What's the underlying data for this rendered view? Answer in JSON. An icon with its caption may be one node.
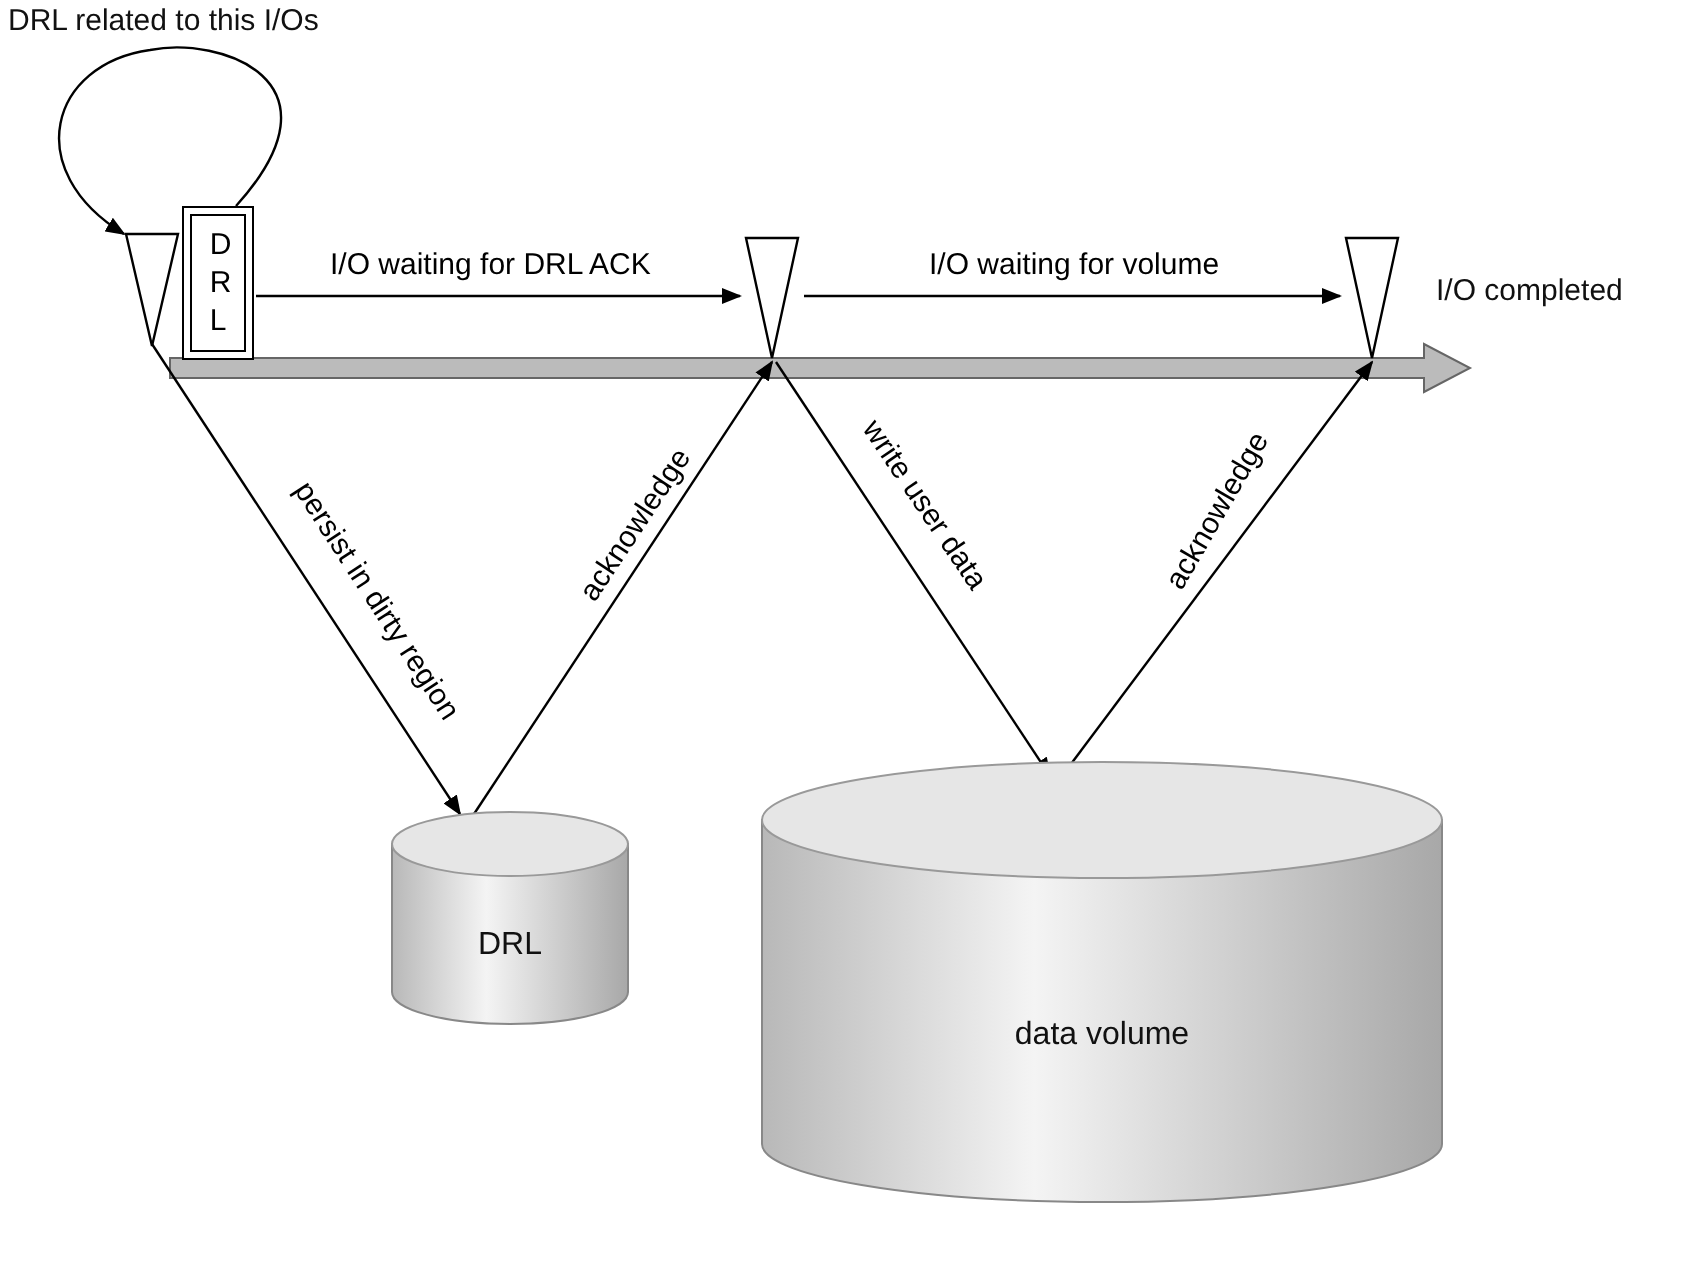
{
  "diagram": {
    "nodes": [
      {
        "text": [],
        "shape": "triangle"
      },
      {
        "text": [
          "DRL"
        ]
      },
      {
        "text": [],
        "shape": "triangle"
      },
      {
        "text": [],
        "shape": "triangle"
      },
      {
        "text": [
          "DRL"
        ]
      },
      {
        "text": [
          "data volume"
        ]
      }
    ],
    "edges": [
      {
        "from": 1,
        "to": 0,
        "arrow": "to"
      },
      {
        "from": 1,
        "to": 2,
        "arrow": "to",
        "label": "I/O waiting for DRL ACK"
      },
      {
        "from": 2,
        "to": 3,
        "arrow": "to",
        "label": "I/O waiting for volume"
      },
      {
        "from": 0,
        "to": 4,
        "arrow": "to",
        "label": "persist in dirty region"
      },
      {
        "from": 4,
        "to": 2,
        "arrow": "to",
        "label": "acknowledge"
      },
      {
        "from": 2,
        "to": 5,
        "arrow": "to",
        "label": "write user data"
      },
      {
        "from": 5,
        "to": 3,
        "arrow": "to",
        "label": "acknowledge"
      }
    ],
    "labels": [
      "DRL related to this I/Os",
      "I/O completed"
    ]
  }
}
